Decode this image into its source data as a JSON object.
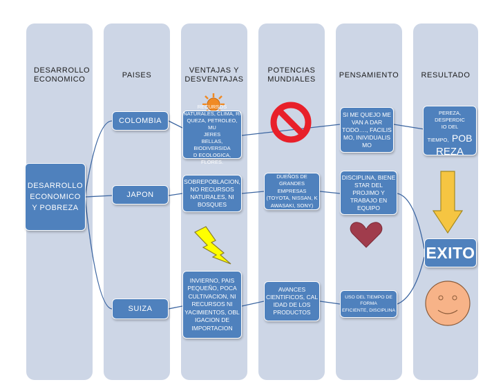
{
  "columns": [
    {
      "header_line1": "DESARROLLO",
      "header_line2": "ECONOMICO"
    },
    {
      "header_line1": "PAISES",
      "header_line2": ""
    },
    {
      "header_line1": "VENTAJAS Y",
      "header_line2": "DESVENTAJAS"
    },
    {
      "header_line1": "POTENCIAS",
      "header_line2": "MUNDIALES"
    },
    {
      "header_line1": "PENSAMIENTO",
      "header_line2": ""
    },
    {
      "header_line1": "RESULTADO",
      "header_line2": ""
    }
  ],
  "root": {
    "lines": [
      "DESARROLLO",
      "ECONOMICO",
      "Y POBREZA"
    ]
  },
  "countries": [
    "COLOMBIA",
    "JAPON",
    "SUIZA"
  ],
  "ventajas": [
    {
      "lines": [
        "RECURSOS",
        "NATURALES, CLIMA, RI",
        "QUEZA, PETROLEO, MU",
        "JERES",
        "BELLAS, BIODIVERSIDA",
        "D ECOLOGICA, FLORES."
      ]
    },
    {
      "lines": [
        "SOBREPOBLACION,",
        "NO RECURSOS",
        "NATURALES, NI",
        "BOSQUES"
      ]
    },
    {
      "lines": [
        "INVIERNO, PAIS",
        "PEQUEÑO, POCA",
        "CULTIVACION, NI",
        "RECURSOS NI",
        "YACIMIENTOS, OBL",
        "IGACION DE",
        "IMPORTACION"
      ]
    }
  ],
  "potencias": [
    {
      "lines": [
        "DUEÑOS DE",
        "GRANDES EMPRESAS",
        "(TOYOTA, NISSAN, K",
        "AWASAKI, SONY)"
      ]
    },
    {
      "lines": [
        "AVANCES",
        "CIENTIFICOS,  CAL",
        "IDAD DE LOS",
        "PRODUCTOS"
      ]
    }
  ],
  "pensamiento": [
    {
      "lines": [
        "SI ME QUEJO ME",
        "VAN A DAR",
        "TODO….,  FACILIS",
        "MO, INIVIDUALIS",
        "MO"
      ]
    },
    {
      "lines": [
        "DISCIPLINA, BIENE",
        "STAR DEL",
        "PROJIMO Y",
        "TRABAJO EN",
        "EQUIPO"
      ]
    },
    {
      "lines": [
        "USO DEL TIEMPO DE",
        "FORMA",
        "EFICIENTE, DISCIPLINA"
      ]
    }
  ],
  "resultado": {
    "pobreza_line1": "PEREZA, DESPERDIC",
    "pobreza_line2": "IO DEL",
    "pobreza_small": "TIEMPO,",
    "pobreza_big1": "POB",
    "pobreza_big2": "REZA",
    "exito": "EXITO"
  },
  "colors": {
    "column_bg": "#cdd6e6",
    "box": "#4f81bd",
    "connector": "#3a64a0",
    "arrow": "#f5c542",
    "heart": "#a03c4c",
    "smiley": "#f7b388",
    "sun": "#f08a24",
    "lightning": "#ffff00",
    "no_sign": "#e8202a"
  }
}
